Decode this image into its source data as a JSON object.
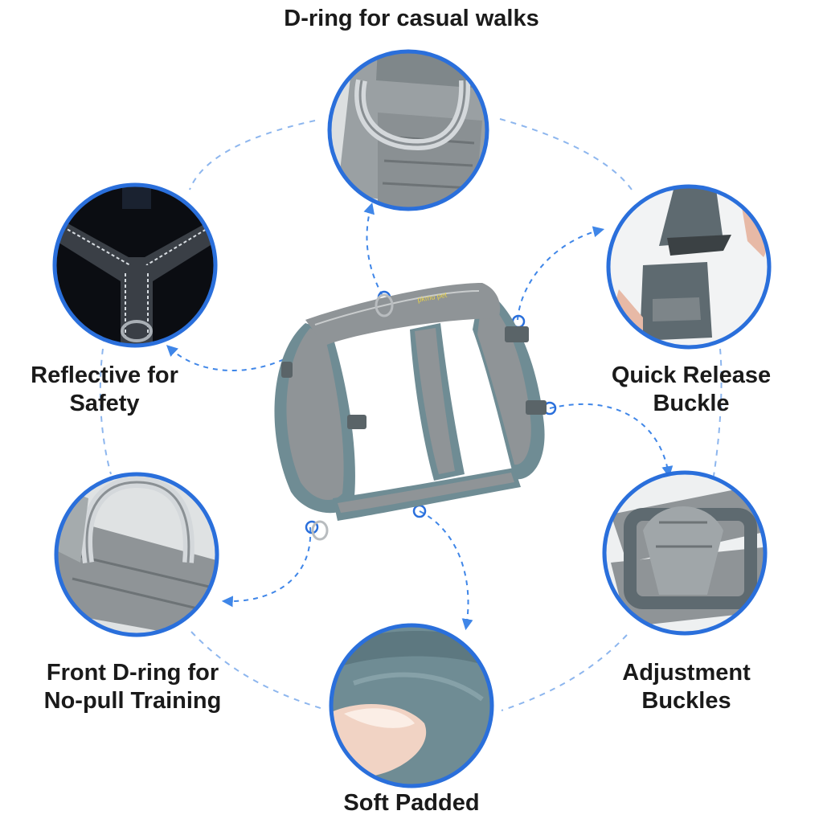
{
  "features": {
    "top": {
      "line1": "D-ring for casual walks"
    },
    "left_upper": {
      "line1": "Reflective for",
      "line2": "Safety"
    },
    "right_upper": {
      "line1": "Quick Release",
      "line2": "Buckle"
    },
    "left_lower": {
      "line1": "Front D-ring for",
      "line2": "No-pull Training"
    },
    "right_lower": {
      "line1": "Adjustment",
      "line2": "Buckles"
    },
    "bottom": {
      "line1": "Soft Padded"
    }
  },
  "brand_text": "pkmu pet",
  "colors": {
    "circle_ring": "#2a6fdb",
    "connector": "#8db6ee",
    "harness_webbing": "#8f9497",
    "harness_padding": "#6f8c94",
    "text": "#1a1a1a"
  }
}
